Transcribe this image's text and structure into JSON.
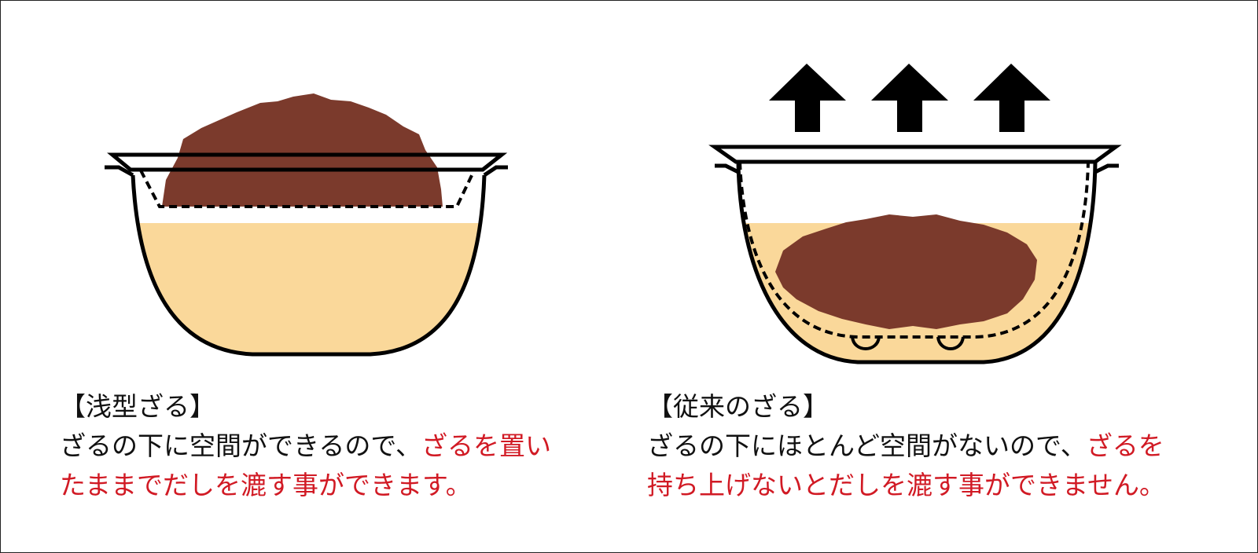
{
  "colors": {
    "broth": "#fad89a",
    "grounds": "#7b3a2c",
    "highlight": "#d11a24",
    "outline": "#000000"
  },
  "left": {
    "title": "【浅型ざる】",
    "line1_black": "ざるの下に空間ができるので、",
    "line1_red": "ざるを置い",
    "line2_red": "たままでだしを漉す事ができます。"
  },
  "right": {
    "title": "【従来のざる】",
    "line1_black": "ざるの下にほとんど空間がないので、",
    "line1_red": "ざるを",
    "line2_red": "持ち上げないとだしを漉す事ができません。"
  }
}
